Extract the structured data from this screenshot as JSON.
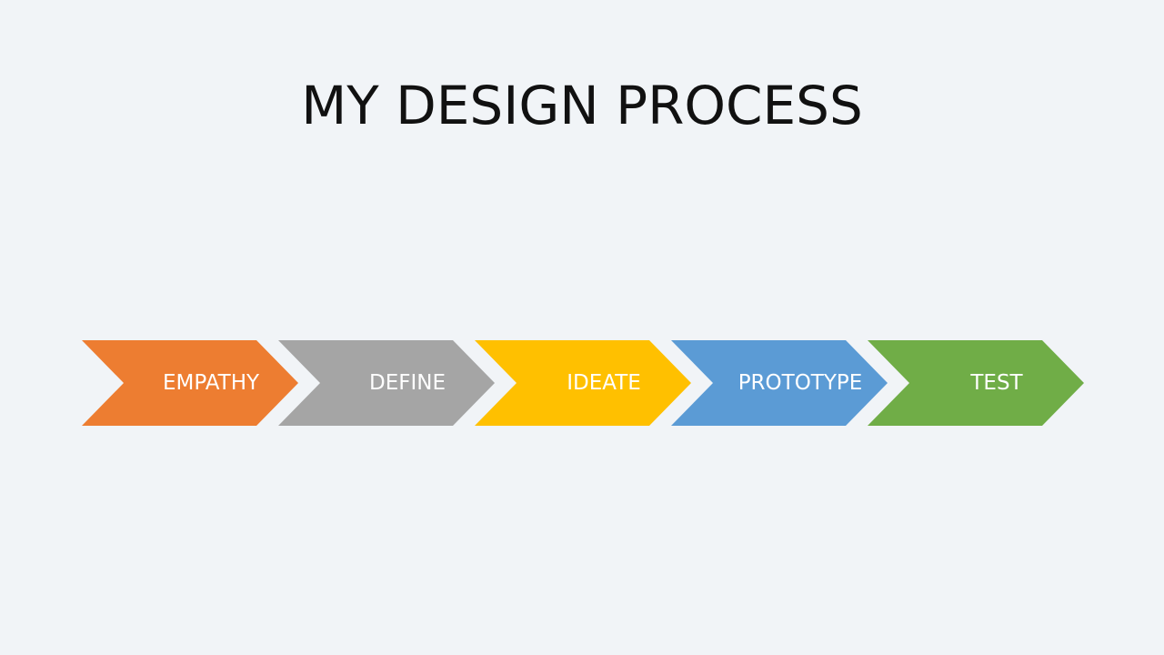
{
  "slide": {
    "title": "MY DESIGN PROCESS"
  },
  "process": {
    "steps": [
      {
        "label": "EMPATHY",
        "color": "#ed7d31"
      },
      {
        "label": "DEFINE",
        "color": "#a5a5a5"
      },
      {
        "label": "IDEATE",
        "color": "#ffc000"
      },
      {
        "label": "PROTOTYPE",
        "color": "#5b9bd5"
      },
      {
        "label": "TEST",
        "color": "#70ad47"
      }
    ]
  }
}
